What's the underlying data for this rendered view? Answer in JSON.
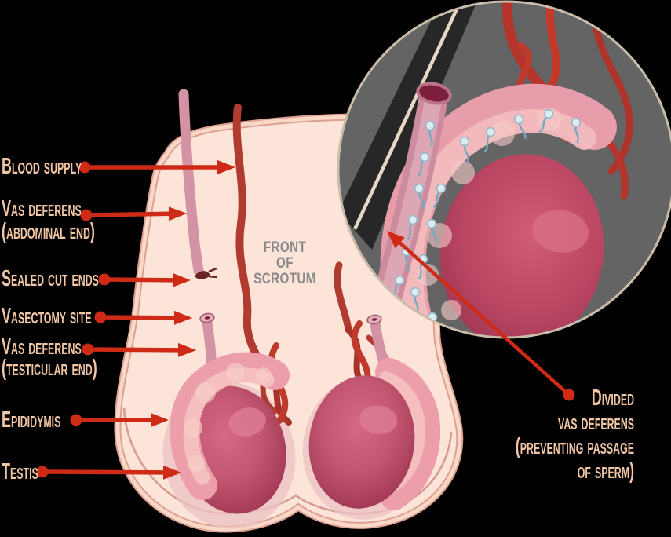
{
  "figure": {
    "front_of_scrotum": {
      "line1": "FRONT",
      "line2": "OF",
      "line3": "SCROTUM"
    },
    "left_labels": [
      {
        "text": "Blood supply"
      },
      {
        "text": "Vas deferens",
        "subtext": "(abdominal end)"
      },
      {
        "text": "Sealed cut ends"
      },
      {
        "text": "Vasectomy site"
      },
      {
        "text": "Vas deferens",
        "subtext": "(testicular end)"
      },
      {
        "text": "Epididymis"
      },
      {
        "text": "Testis"
      }
    ],
    "inset_label": {
      "line1": "Divided",
      "line2": "vas deferens",
      "line3": "(preventing passage",
      "line4": "of sperm)"
    },
    "colors": {
      "background": "#000000",
      "label_text": "#f1c6a4",
      "leader_arrow": "#ce2a15",
      "scrotum_fill": "#fce4d8",
      "scrotum_outline": "#dca092",
      "vas_deferens": "#d393a5",
      "blood_vessel": "#b23b31",
      "testis": "#b84862",
      "epididymis": "#ec9fab",
      "inset_background": "#656465",
      "inset_border": "#c9bcaa",
      "scalpel_band": "#272727",
      "sperm": "#dcebf0",
      "front_text": "#8a8a8a"
    }
  }
}
